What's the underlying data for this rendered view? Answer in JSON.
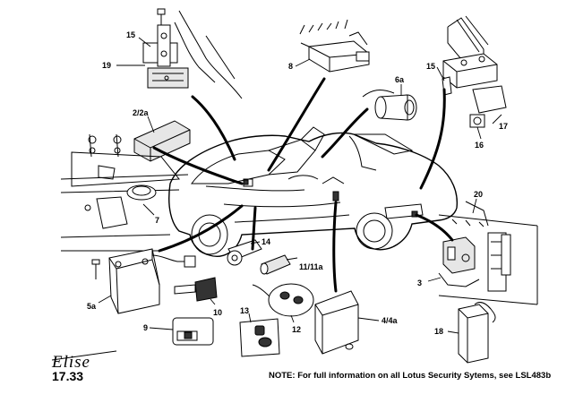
{
  "diagram": {
    "logo_text": "Elise",
    "page_number": "17.33",
    "note": "NOTE: For full information on all Lotus Security Sytems, see LSL483b",
    "callouts": [
      "15",
      "19",
      "8",
      "6a",
      "15",
      "17",
      "16",
      "2/2a",
      "7",
      "20",
      "14",
      "11/11a",
      "5a",
      "10",
      "3",
      "9",
      "13",
      "12",
      "4/4a",
      "18"
    ]
  }
}
